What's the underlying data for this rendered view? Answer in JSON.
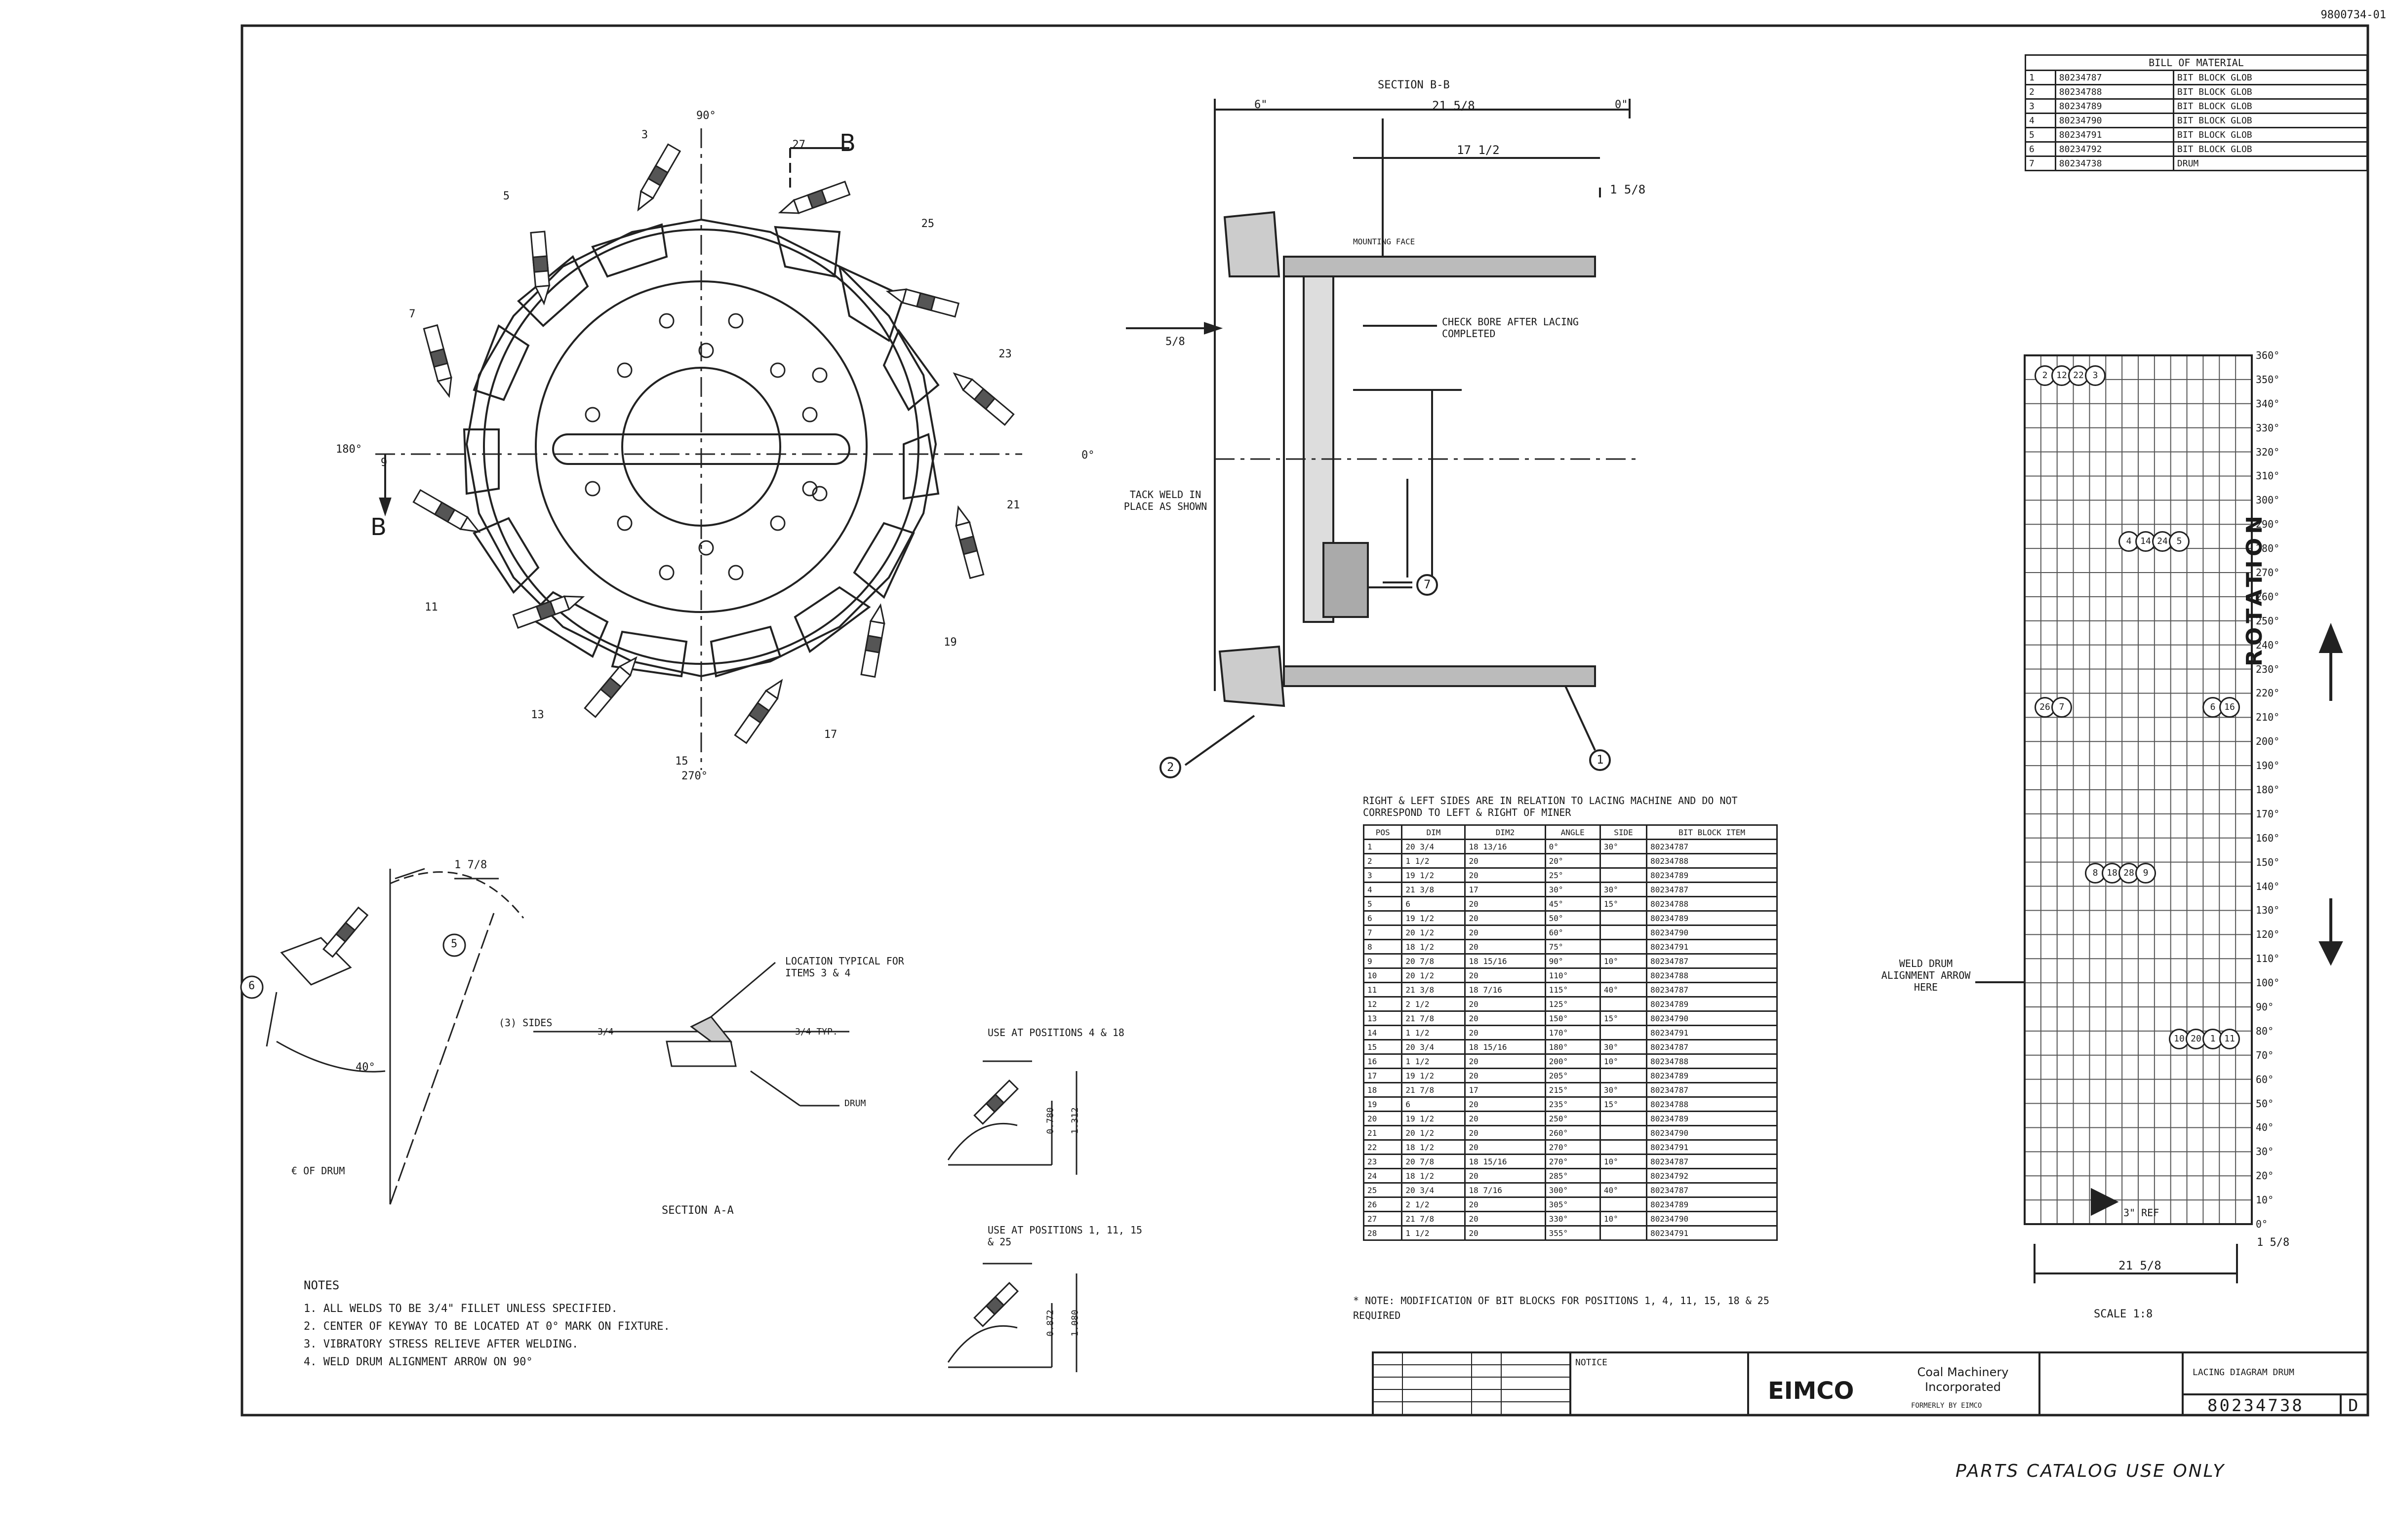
{
  "sheet": {
    "corner_code": "9800734-01",
    "parts_catalog_note": "PARTS CATALOG USE ONLY",
    "rotation_label": "ROTATION"
  },
  "bom": {
    "title": "BILL OF MATERIAL",
    "rows": [
      [
        "1",
        "80234787",
        "BIT BLOCK GLOB"
      ],
      [
        "2",
        "80234788",
        "BIT BLOCK GLOB"
      ],
      [
        "3",
        "80234789",
        "BIT BLOCK GLOB"
      ],
      [
        "4",
        "80234790",
        "BIT BLOCK GLOB"
      ],
      [
        "5",
        "80234791",
        "BIT BLOCK GLOB"
      ],
      [
        "6",
        "80234792",
        "BIT BLOCK GLOB"
      ],
      [
        "7",
        "80234738",
        "DRUM"
      ]
    ]
  },
  "drum_view": {
    "angle_top": "90°",
    "angle_left": "180°",
    "angle_right": "0°",
    "angle_bottom": "270°",
    "section_marker": "B",
    "position_labels": [
      "3",
      "5",
      "7",
      "9",
      "11",
      "13",
      "15",
      "17",
      "19",
      "21",
      "23",
      "25",
      "27"
    ]
  },
  "section_bb": {
    "title": "SECTION B-B",
    "dim_overall": "21 5/8",
    "dim_inner": "17 1/2",
    "dim_left": "6\"",
    "dim_right": "0\"",
    "dim_side": "1 5/8",
    "dim_ref": "5/8",
    "mounting_face": "MOUNTING FACE",
    "note_bore": "CHECK BORE AFTER LACING COMPLETED",
    "note_tack": "TACK WELD IN PLACE AS SHOWN",
    "callout_1": "1",
    "callout_2": "2",
    "callout_7": "7"
  },
  "lacing_table": {
    "heading": "RIGHT & LEFT SIDES ARE IN RELATION TO LACING MACHINE AND DO NOT CORRESPOND TO LEFT & RIGHT OF MINER",
    "columns": [
      "POS",
      "DIM",
      "DIM2",
      "ANGLE",
      "SIDE",
      "BIT BLOCK ITEM"
    ],
    "rows": [
      [
        "1",
        "20 3/4",
        "18 13/16",
        "0°",
        "30°",
        "80234787"
      ],
      [
        "2",
        "1 1/2",
        "20",
        "20°",
        "",
        "80234788"
      ],
      [
        "3",
        "19 1/2",
        "20",
        "25°",
        "",
        "80234789"
      ],
      [
        "4",
        "21 3/8",
        "17",
        "30°",
        "30°",
        "80234787"
      ],
      [
        "5",
        "6",
        "20",
        "45°",
        "15°",
        "80234788"
      ],
      [
        "6",
        "19 1/2",
        "20",
        "50°",
        "",
        "80234789"
      ],
      [
        "7",
        "20 1/2",
        "20",
        "60°",
        "",
        "80234790"
      ],
      [
        "8",
        "18 1/2",
        "20",
        "75°",
        "",
        "80234791"
      ],
      [
        "9",
        "20 7/8",
        "18 15/16",
        "90°",
        "10°",
        "80234787"
      ],
      [
        "10",
        "20 1/2",
        "20",
        "110°",
        "",
        "80234788"
      ],
      [
        "11",
        "21 3/8",
        "18 7/16",
        "115°",
        "40°",
        "80234787"
      ],
      [
        "12",
        "2 1/2",
        "20",
        "125°",
        "",
        "80234789"
      ],
      [
        "13",
        "21 7/8",
        "20",
        "150°",
        "15°",
        "80234790"
      ],
      [
        "14",
        "1 1/2",
        "20",
        "170°",
        "",
        "80234791"
      ],
      [
        "15",
        "20 3/4",
        "18 15/16",
        "180°",
        "30°",
        "80234787"
      ],
      [
        "16",
        "1 1/2",
        "20",
        "200°",
        "10°",
        "80234788"
      ],
      [
        "17",
        "19 1/2",
        "20",
        "205°",
        "",
        "80234789"
      ],
      [
        "18",
        "21 7/8",
        "17",
        "215°",
        "30°",
        "80234787"
      ],
      [
        "19",
        "6",
        "20",
        "235°",
        "15°",
        "80234788"
      ],
      [
        "20",
        "19 1/2",
        "20",
        "250°",
        "",
        "80234789"
      ],
      [
        "21",
        "20 1/2",
        "20",
        "260°",
        "",
        "80234790"
      ],
      [
        "22",
        "18 1/2",
        "20",
        "270°",
        "",
        "80234791"
      ],
      [
        "23",
        "20 7/8",
        "18 15/16",
        "270°",
        "10°",
        "80234787"
      ],
      [
        "24",
        "18 1/2",
        "20",
        "285°",
        "",
        "80234792"
      ],
      [
        "25",
        "20 3/4",
        "18 7/16",
        "300°",
        "40°",
        "80234787"
      ],
      [
        "26",
        "2 1/2",
        "20",
        "305°",
        "",
        "80234789"
      ],
      [
        "27",
        "21 7/8",
        "20",
        "330°",
        "10°",
        "80234790"
      ],
      [
        "28",
        "1 1/2",
        "20",
        "355°",
        "",
        "80234791"
      ]
    ],
    "footnote": "* NOTE: MODIFICATION OF BIT BLOCKS FOR POSITIONS 1, 4, 11, 15, 18 & 25 REQUIRED"
  },
  "lacing_chart": {
    "scale": "SCALE 1:8",
    "dim_bottom": "21 5/8",
    "dim_bottom_small": "1 5/8",
    "dim_mark": "3\" REF",
    "weld_note": "WELD DRUM ALIGNMENT ARROW HERE",
    "angle_ticks": [
      "360°",
      "350°",
      "340°",
      "330°",
      "320°",
      "310°",
      "300°",
      "290°",
      "280°",
      "270°",
      "260°",
      "250°",
      "240°",
      "230°",
      "220°",
      "210°",
      "200°",
      "190°",
      "180°",
      "170°",
      "160°",
      "150°",
      "140°",
      "130°",
      "120°",
      "110°",
      "100°",
      "90°",
      "80°",
      "70°",
      "60°",
      "50°",
      "40°",
      "30°",
      "20°",
      "10°",
      "0°"
    ],
    "position_markers": [
      "2",
      "4",
      "6",
      "8",
      "10",
      "12",
      "14",
      "16",
      "18",
      "20",
      "22",
      "24",
      "26",
      "28",
      "1",
      "3",
      "5",
      "7",
      "9",
      "11"
    ]
  },
  "bit_detail": {
    "angle": "40°",
    "dim_top": "1 7/8",
    "drum_cl": "€ OF DRUM",
    "callout_6": "6",
    "callout_5": "5"
  },
  "section_aa": {
    "title": "SECTION A-A",
    "location_note": "LOCATION TYPICAL FOR ITEMS 3 & 4",
    "weld_left": "(3) SIDES",
    "weld_mid": "3/4",
    "weld_right": "3/4 TYP.",
    "drum_label": "DRUM"
  },
  "use_detail_1": {
    "label": "USE AT POSITIONS 4 & 18",
    "dim_a": "0.780",
    "dim_b": "1.312"
  },
  "use_detail_2": {
    "label": "USE AT POSITIONS 1, 11, 15 & 25",
    "dim_a": "0.872",
    "dim_b": "1.080"
  },
  "notes": {
    "title": "NOTES",
    "items": [
      "1. ALL WELDS TO BE 3/4\" FILLET UNLESS SPECIFIED.",
      "2. CENTER OF KEYWAY TO BE LOCATED AT 0° MARK ON FIXTURE.",
      "3. VIBRATORY STRESS RELIEVE AFTER WELDING.",
      "4. WELD DRUM ALIGNMENT ARROW ON 90°"
    ]
  },
  "title_block": {
    "company_short": "EIMCO",
    "company_name": "Coal Machinery Incorporated",
    "company_sub": "FORMERLY BY EIMCO",
    "drawing_title": "LACING DIAGRAM DRUM",
    "drawing_number": "80234738",
    "revision": "D",
    "notice_title": "NOTICE"
  }
}
